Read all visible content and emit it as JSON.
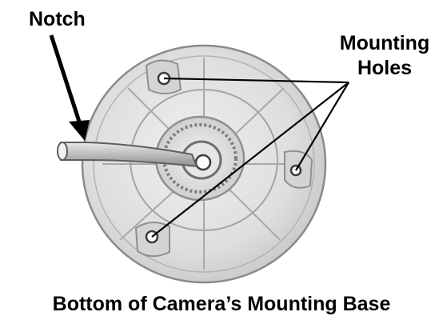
{
  "labels": {
    "notch": "Notch",
    "mounting_holes_line1": "Mounting",
    "mounting_holes_line2": "Holes"
  },
  "caption": "Bottom of Camera’s Mounting Base",
  "colors": {
    "base_fill": "#dcdcdc",
    "base_outline": "#7a7a7a",
    "line": "#000000"
  },
  "icons": {
    "base": "camera-mounting-base-illustration",
    "arrow": "arrow-icon"
  }
}
